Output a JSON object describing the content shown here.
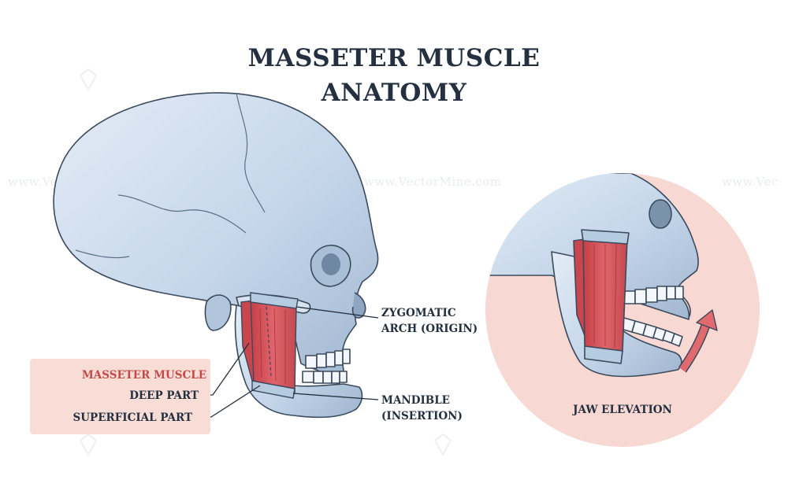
{
  "title": {
    "line1": "MASSETER MUSCLE",
    "line2": "ANATOMY"
  },
  "legend": {
    "heading": "MASSETER MUSCLE",
    "items": [
      "DEEP PART",
      "SUPERFICIAL PART"
    ]
  },
  "labels": {
    "zygomatic_line1": "ZYGOMATIC",
    "zygomatic_line2": "ARCH (ORIGIN)",
    "mandible_line1": "MANDIBLE",
    "mandible_line2": "(INSERTION)",
    "jaw_elevation": "JAW ELEVATION"
  },
  "watermark": {
    "text_full": "www.VectorMine.com",
    "text_left": "www.VectorMine.com",
    "text_right": "www.Vec"
  },
  "colors": {
    "title": "#24303f",
    "muscle": "#d9545a",
    "muscle_dark": "#b63a42",
    "tendon": "#b5cbe0",
    "bone": "#c9d8ea",
    "bone_dark": "#8da6c2",
    "bone_outline": "#3b4a5c",
    "legend_bg": "#f8ddd6",
    "legend_heading": "#c44a4a",
    "circle_bg": "#f7d8d2",
    "arrow": "#e06a6e"
  }
}
